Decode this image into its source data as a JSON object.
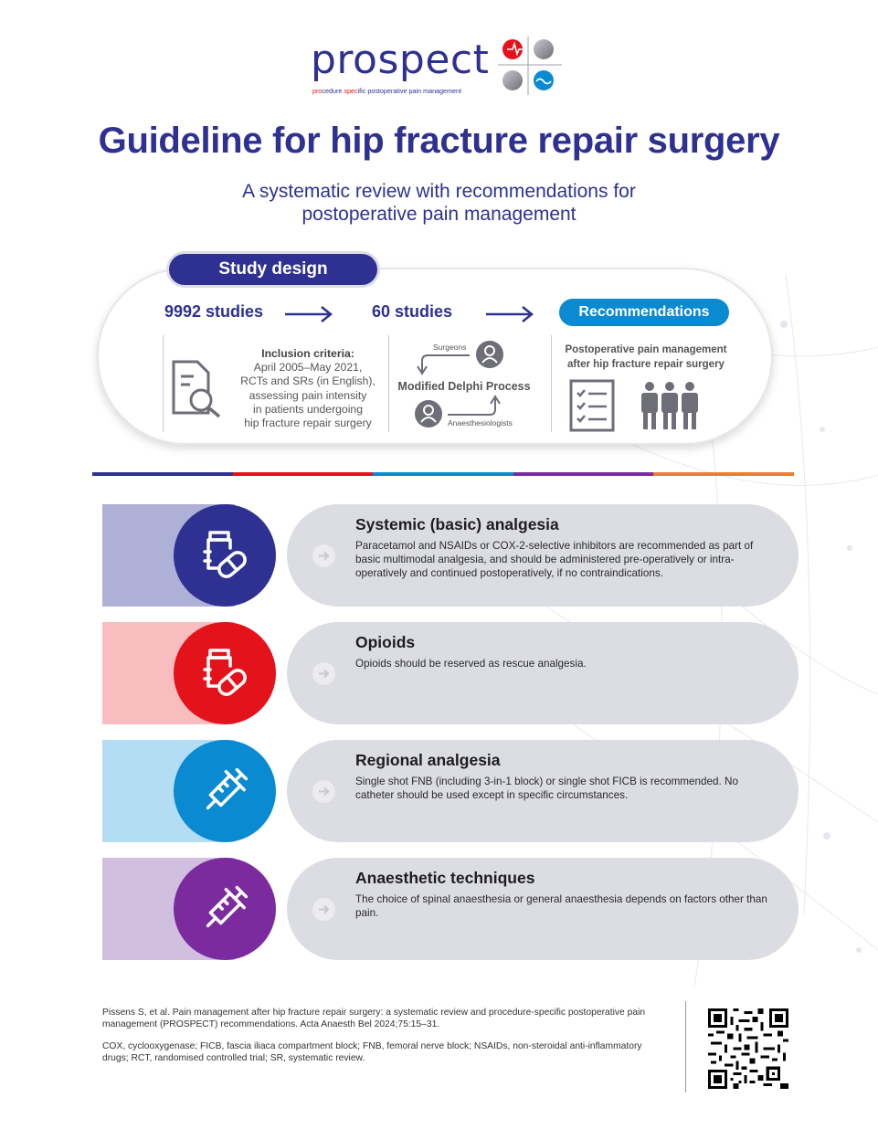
{
  "logo": {
    "word": "prospect",
    "tagline_red_1": "pro",
    "tagline_1": "cedure ",
    "tagline_red_2": "spec",
    "tagline_2": "ific postoperative pain management"
  },
  "title": "Guideline for hip fracture repair surgery",
  "subtitle_line1": "A systematic review with recommendations for",
  "subtitle_line2": "postoperative pain management",
  "study_design": {
    "tab": "Study design",
    "step1": "9992 studies",
    "step2": "60 studies",
    "step3": "Recommendations",
    "criteria_heading": "Inclusion criteria:",
    "criteria_lines": [
      "April 2005–May 2021,",
      "RCTs and SRs (in English),",
      "assessing pain intensity",
      "in patients undergoing",
      "hip fracture repair surgery"
    ],
    "surgeons": "Surgeons",
    "delphi": "Modified Delphi Process",
    "anaesthesiologists": "Anaesthesiologists",
    "rec_line1": "Postoperative pain management",
    "rec_line2": "after hip fracture repair surgery"
  },
  "rule_colors": [
    "#2e3192",
    "#e3121b",
    "#0a8ad0",
    "#7b2b9e",
    "#ef7d2c"
  ],
  "rows": [
    {
      "heading": "Systemic (basic) analgesia",
      "text": "Paracetamol and NSAIDs or COX-2-selective inhibitors are recommended as part of basic multimodal analgesia, and should be administered pre-operatively or intra-operatively and continued postoperatively, if no contraindications.",
      "icon": "pill-bottle-icon",
      "color": "#2e3192",
      "band": "#aeb0d6"
    },
    {
      "heading": "Opioids",
      "text": "Opioids should be reserved as rescue analgesia.",
      "icon": "pill-bottle-icon",
      "color": "#e3121b",
      "band": "#f8bdbf"
    },
    {
      "heading": "Regional analgesia",
      "text": "Single shot FNB (including 3-in-1 block) or single shot FICB is recommended. No catheter should be used except in specific circumstances.",
      "icon": "syringe-icon",
      "color": "#0a8ad0",
      "band": "#b4ddf3"
    },
    {
      "heading": "Anaesthetic techniques",
      "text": "The choice of spinal anaesthesia or general anaesthesia depends on factors other than pain.",
      "icon": "syringe-icon",
      "color": "#7b2b9e",
      "band": "#d1bfe0"
    }
  ],
  "footer": {
    "reference": "Pissens S, et al. Pain management after hip fracture repair surgery: a systematic review and procedure-specific postoperative pain management (PROSPECT) recommendations. Acta Anaesth Bel 2024;75:15–31.",
    "abbreviations": "COX, cyclooxygenase; FICB, fascia iliaca compartment block; FNB, femoral nerve block; NSAIDs, non-steroidal anti-inflammatory drugs; RCT, randomised controlled trial; SR, systematic review.",
    "qr_icon": "qr-code-icon"
  }
}
